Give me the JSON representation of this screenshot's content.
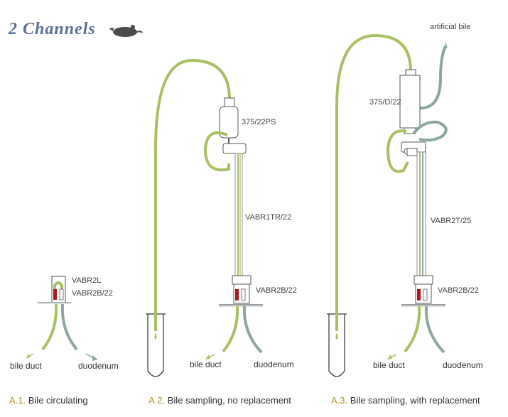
{
  "page": {
    "title": "2 Channels",
    "icon": "rat-icon"
  },
  "colors": {
    "bile": "#a8c064",
    "replacement": "#8aa6a0",
    "title": "#5a6f96",
    "caption_code": "#b0902a",
    "plug": "#b01818"
  },
  "panels": [
    {
      "code": "A.1.",
      "caption": "Bile circulating",
      "labels": {
        "connector_top": "VABR2L",
        "connector_bottom": "VABR2B/22",
        "left_tube": "bile duct",
        "right_tube": "duodenum"
      }
    },
    {
      "code": "A.2.",
      "caption": "Bile sampling, no replacement",
      "labels": {
        "swivel": "375/22PS",
        "tether": "VABR1TR/22",
        "connector": "VABR2B/22",
        "left_tube": "bile duct",
        "right_tube": "duodenum"
      }
    },
    {
      "code": "A.3.",
      "caption": "Bile sampling, with replacement",
      "labels": {
        "source": "artificial bile",
        "swivel": "375/D/22",
        "tether": "VABR2T/25",
        "connector": "VABR2B/22",
        "left_tube": "bile duct",
        "right_tube": "duodenum"
      }
    }
  ]
}
